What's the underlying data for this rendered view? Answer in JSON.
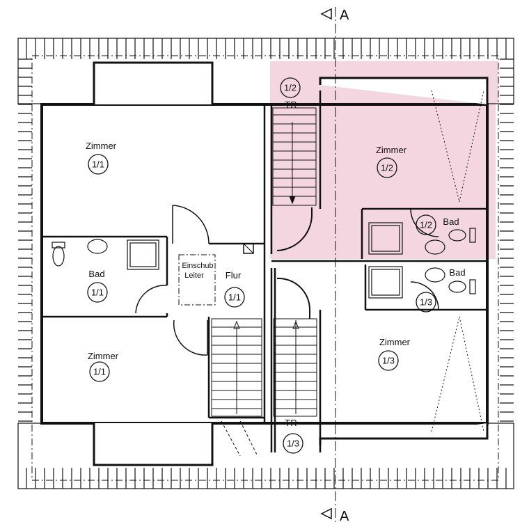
{
  "section_markers": {
    "top": "A",
    "bottom": "A"
  },
  "rooms": [
    {
      "id": "zimmer-upper-left",
      "name": "Zimmer",
      "unit": "1/1"
    },
    {
      "id": "bad-left",
      "name": "Bad",
      "unit": "1/1"
    },
    {
      "id": "zimmer-lower-left",
      "name": "Zimmer",
      "unit": "1/1"
    },
    {
      "id": "flur",
      "name": "Flur",
      "unit": "1/1"
    },
    {
      "id": "einschub",
      "name": "Einschub\nLeiter"
    },
    {
      "id": "tr-upper",
      "name": "TR",
      "unit": "1/2"
    },
    {
      "id": "zimmer-upper-right",
      "name": "Zimmer",
      "unit": "1/2"
    },
    {
      "id": "bad-upper-right",
      "name": "Bad",
      "unit": "1/2"
    },
    {
      "id": "bad-lower-right",
      "name": "Bad",
      "unit": "1/3"
    },
    {
      "id": "zimmer-lower-right",
      "name": "Zimmer",
      "unit": "1/3"
    },
    {
      "id": "tr-lower",
      "name": "TR",
      "unit": "1/3"
    }
  ],
  "highlight_color": "#f3d6e0",
  "line_color": "#111111"
}
